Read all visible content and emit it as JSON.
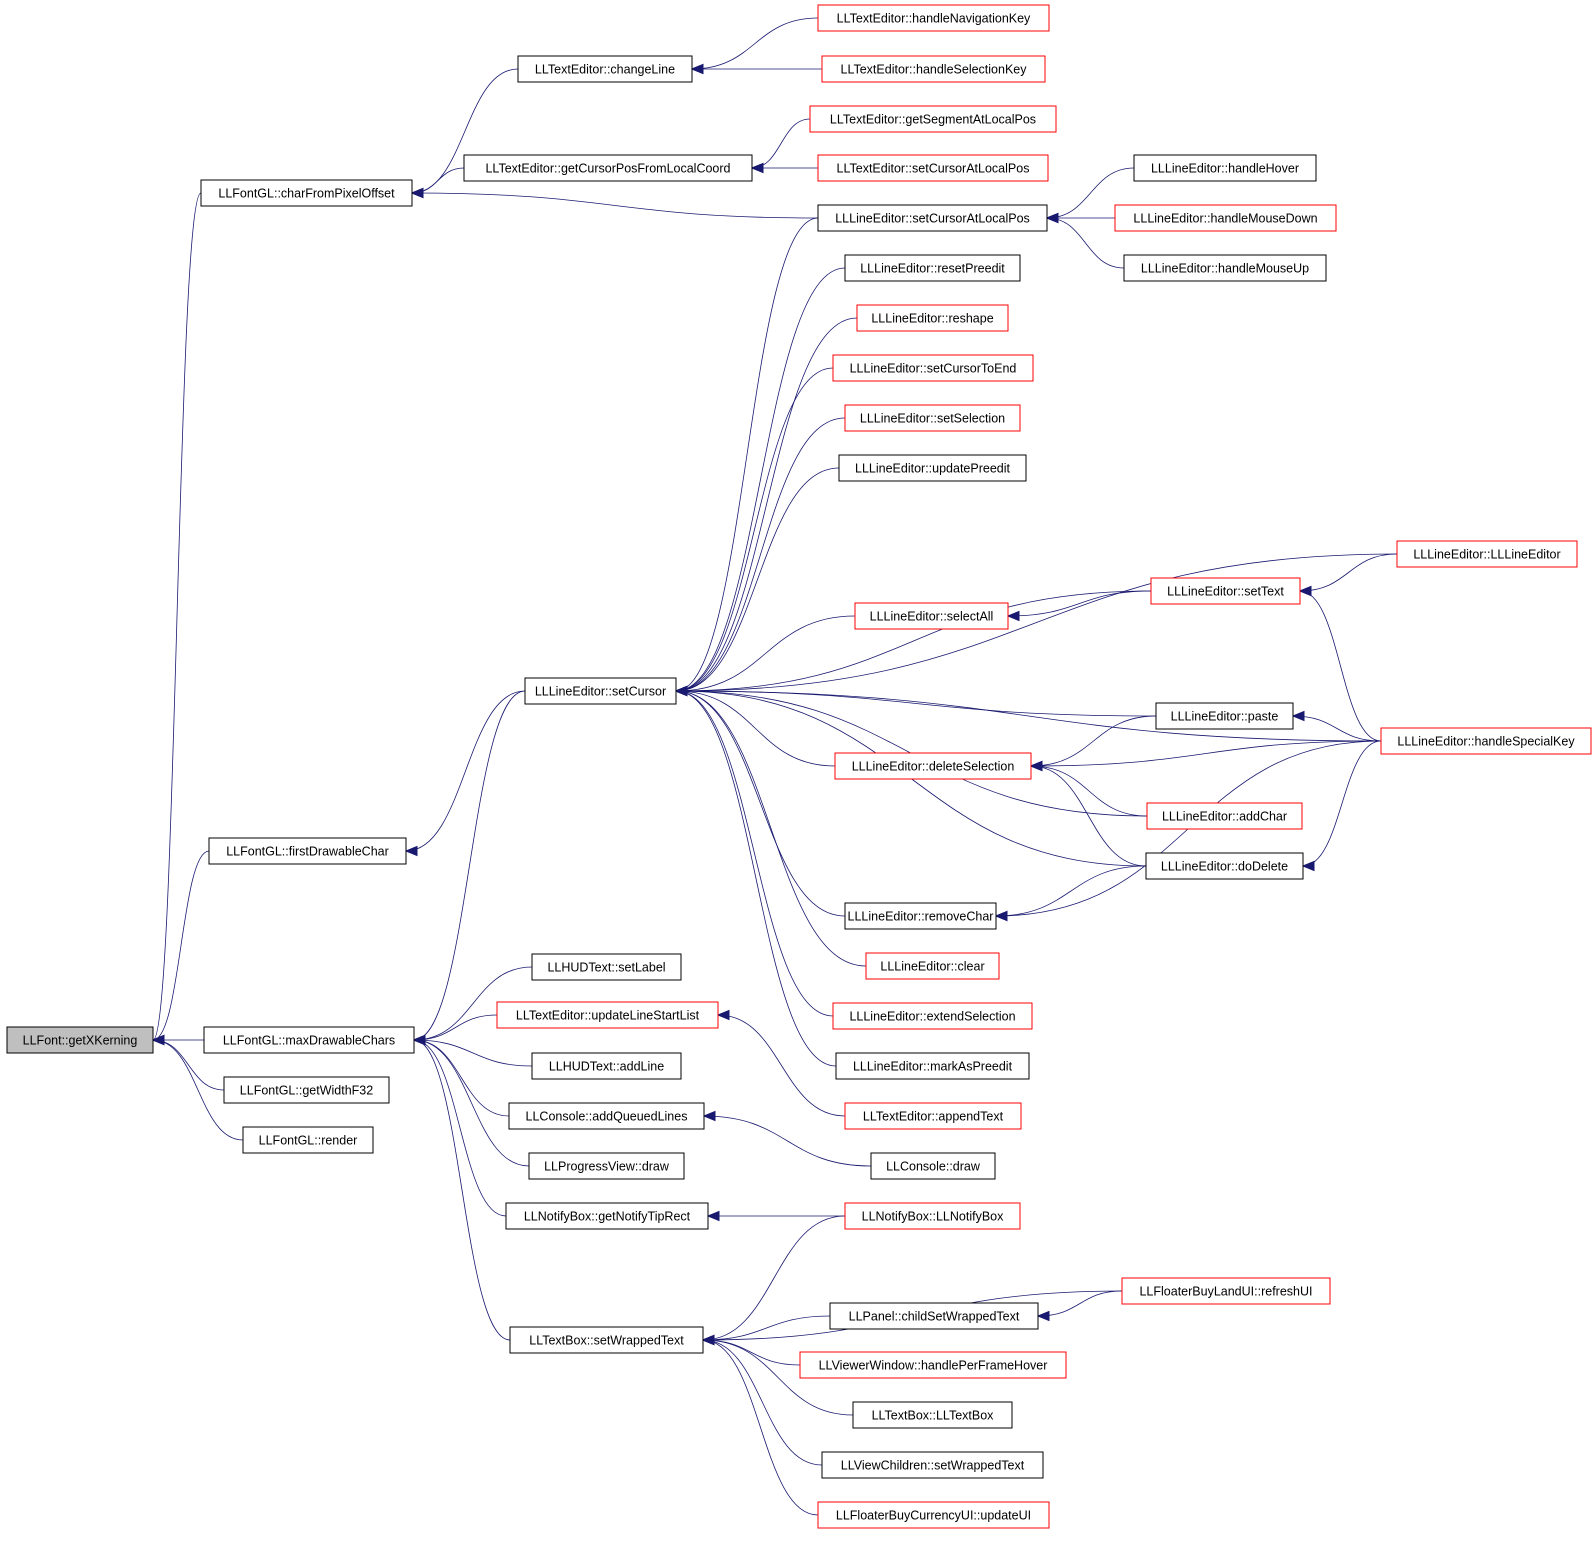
{
  "nodes": [
    {
      "id": "getXKerning",
      "label": "LLFont::getXKerning",
      "style": "root"
    },
    {
      "id": "charFromPixelOffset",
      "label": "LLFontGL::charFromPixelOffset",
      "style": "black"
    },
    {
      "id": "firstDrawableChar",
      "label": "LLFontGL::firstDrawableChar",
      "style": "black"
    },
    {
      "id": "maxDrawableChars",
      "label": "LLFontGL::maxDrawableChars",
      "style": "black"
    },
    {
      "id": "getWidthF32",
      "label": "LLFontGL::getWidthF32",
      "style": "black"
    },
    {
      "id": "render",
      "label": "LLFontGL::render",
      "style": "black"
    },
    {
      "id": "changeLine",
      "label": "LLTextEditor::changeLine",
      "style": "black"
    },
    {
      "id": "getCursorPosFromLocalCoord",
      "label": "LLTextEditor::getCursorPosFromLocalCoord",
      "style": "black"
    },
    {
      "id": "handleNavigationKey",
      "label": "LLTextEditor::handleNavigationKey",
      "style": "red"
    },
    {
      "id": "handleSelectionKey",
      "label": "LLTextEditor::handleSelectionKey",
      "style": "red"
    },
    {
      "id": "getSegmentAtLocalPos",
      "label": "LLTextEditor::getSegmentAtLocalPos",
      "style": "red"
    },
    {
      "id": "teSetCursorAtLocalPos",
      "label": "LLTextEditor::setCursorAtLocalPos",
      "style": "red"
    },
    {
      "id": "leSetCursorAtLocalPos",
      "label": "LLLineEditor::setCursorAtLocalPos",
      "style": "black"
    },
    {
      "id": "handleHover",
      "label": "LLLineEditor::handleHover",
      "style": "black"
    },
    {
      "id": "handleMouseDown",
      "label": "LLLineEditor::handleMouseDown",
      "style": "red"
    },
    {
      "id": "handleMouseUp",
      "label": "LLLineEditor::handleMouseUp",
      "style": "black"
    },
    {
      "id": "resetPreedit",
      "label": "LLLineEditor::resetPreedit",
      "style": "black"
    },
    {
      "id": "reshape",
      "label": "LLLineEditor::reshape",
      "style": "red"
    },
    {
      "id": "setCursorToEnd",
      "label": "LLLineEditor::setCursorToEnd",
      "style": "red"
    },
    {
      "id": "setSelection",
      "label": "LLLineEditor::setSelection",
      "style": "red"
    },
    {
      "id": "updatePreedit",
      "label": "LLLineEditor::updatePreedit",
      "style": "black"
    },
    {
      "id": "llLineEditor",
      "label": "LLLineEditor::LLLineEditor",
      "style": "red"
    },
    {
      "id": "setText",
      "label": "LLLineEditor::setText",
      "style": "red"
    },
    {
      "id": "selectAll",
      "label": "LLLineEditor::selectAll",
      "style": "red"
    },
    {
      "id": "setCursor",
      "label": "LLLineEditor::setCursor",
      "style": "black"
    },
    {
      "id": "paste",
      "label": "LLLineEditor::paste",
      "style": "black"
    },
    {
      "id": "handleSpecialKey",
      "label": "LLLineEditor::handleSpecialKey",
      "style": "red"
    },
    {
      "id": "deleteSelection",
      "label": "LLLineEditor::deleteSelection",
      "style": "red"
    },
    {
      "id": "addChar",
      "label": "LLLineEditor::addChar",
      "style": "red"
    },
    {
      "id": "doDelete",
      "label": "LLLineEditor::doDelete",
      "style": "black"
    },
    {
      "id": "removeChar",
      "label": "LLLineEditor::removeChar",
      "style": "black"
    },
    {
      "id": "clear",
      "label": "LLLineEditor::clear",
      "style": "red"
    },
    {
      "id": "extendSelection",
      "label": "LLLineEditor::extendSelection",
      "style": "red"
    },
    {
      "id": "markAsPreedit",
      "label": "LLLineEditor::markAsPreedit",
      "style": "black"
    },
    {
      "id": "setLabel",
      "label": "LLHUDText::setLabel",
      "style": "black"
    },
    {
      "id": "updateLineStartList",
      "label": "LLTextEditor::updateLineStartList",
      "style": "red"
    },
    {
      "id": "addLine",
      "label": "LLHUDText::addLine",
      "style": "black"
    },
    {
      "id": "appendText",
      "label": "LLTextEditor::appendText",
      "style": "red"
    },
    {
      "id": "addQueuedLines",
      "label": "LLConsole::addQueuedLines",
      "style": "black"
    },
    {
      "id": "consoleDraw",
      "label": "LLConsole::draw",
      "style": "black"
    },
    {
      "id": "progressDraw",
      "label": "LLProgressView::draw",
      "style": "black"
    },
    {
      "id": "getNotifyTipRect",
      "label": "LLNotifyBox::getNotifyTipRect",
      "style": "black"
    },
    {
      "id": "llNotifyBox",
      "label": "LLNotifyBox::LLNotifyBox",
      "style": "red"
    },
    {
      "id": "refreshUI",
      "label": "LLFloaterBuyLandUI::refreshUI",
      "style": "red"
    },
    {
      "id": "childSetWrappedText",
      "label": "LLPanel::childSetWrappedText",
      "style": "black"
    },
    {
      "id": "setWrappedText",
      "label": "LLTextBox::setWrappedText",
      "style": "black"
    },
    {
      "id": "handlePerFrameHover",
      "label": "LLViewerWindow::handlePerFrameHover",
      "style": "red"
    },
    {
      "id": "llTextBox",
      "label": "LLTextBox::LLTextBox",
      "style": "black"
    },
    {
      "id": "vcSetWrappedText",
      "label": "LLViewChildren::setWrappedText",
      "style": "black"
    },
    {
      "id": "updateUI",
      "label": "LLFloaterBuyCurrencyUI::updateUI",
      "style": "red"
    }
  ],
  "edges": [
    {
      "from": "charFromPixelOffset",
      "to": "getXKerning"
    },
    {
      "from": "firstDrawableChar",
      "to": "getXKerning"
    },
    {
      "from": "maxDrawableChars",
      "to": "getXKerning"
    },
    {
      "from": "getWidthF32",
      "to": "getXKerning"
    },
    {
      "from": "render",
      "to": "getXKerning"
    },
    {
      "from": "changeLine",
      "to": "charFromPixelOffset"
    },
    {
      "from": "getCursorPosFromLocalCoord",
      "to": "charFromPixelOffset"
    },
    {
      "from": "leSetCursorAtLocalPos",
      "to": "charFromPixelOffset"
    },
    {
      "from": "handleNavigationKey",
      "to": "changeLine"
    },
    {
      "from": "handleSelectionKey",
      "to": "changeLine"
    },
    {
      "from": "getSegmentAtLocalPos",
      "to": "getCursorPosFromLocalCoord"
    },
    {
      "from": "teSetCursorAtLocalPos",
      "to": "getCursorPosFromLocalCoord"
    },
    {
      "from": "handleHover",
      "to": "leSetCursorAtLocalPos"
    },
    {
      "from": "handleMouseDown",
      "to": "leSetCursorAtLocalPos"
    },
    {
      "from": "handleMouseUp",
      "to": "leSetCursorAtLocalPos"
    },
    {
      "from": "setCursor",
      "to": "firstDrawableChar"
    },
    {
      "from": "setCursor",
      "to": "maxDrawableChars"
    },
    {
      "from": "leSetCursorAtLocalPos",
      "to": "setCursor"
    },
    {
      "from": "resetPreedit",
      "to": "setCursor"
    },
    {
      "from": "reshape",
      "to": "setCursor"
    },
    {
      "from": "setCursorToEnd",
      "to": "setCursor"
    },
    {
      "from": "setSelection",
      "to": "setCursor"
    },
    {
      "from": "updatePreedit",
      "to": "setCursor"
    },
    {
      "from": "llLineEditor",
      "to": "setCursor"
    },
    {
      "from": "setText",
      "to": "setCursor"
    },
    {
      "from": "selectAll",
      "to": "setCursor"
    },
    {
      "from": "handleSpecialKey",
      "to": "setCursor"
    },
    {
      "from": "paste",
      "to": "setCursor"
    },
    {
      "from": "deleteSelection",
      "to": "setCursor"
    },
    {
      "from": "addChar",
      "to": "setCursor"
    },
    {
      "from": "doDelete",
      "to": "setCursor"
    },
    {
      "from": "removeChar",
      "to": "setCursor"
    },
    {
      "from": "clear",
      "to": "setCursor"
    },
    {
      "from": "extendSelection",
      "to": "setCursor"
    },
    {
      "from": "markAsPreedit",
      "to": "setCursor"
    },
    {
      "from": "llLineEditor",
      "to": "setText"
    },
    {
      "from": "setText",
      "to": "selectAll"
    },
    {
      "from": "handleSpecialKey",
      "to": "setText"
    },
    {
      "from": "handleSpecialKey",
      "to": "paste"
    },
    {
      "from": "paste",
      "to": "deleteSelection"
    },
    {
      "from": "handleSpecialKey",
      "to": "deleteSelection"
    },
    {
      "from": "addChar",
      "to": "deleteSelection"
    },
    {
      "from": "doDelete",
      "to": "deleteSelection"
    },
    {
      "from": "handleSpecialKey",
      "to": "doDelete"
    },
    {
      "from": "doDelete",
      "to": "removeChar"
    },
    {
      "from": "handleSpecialKey",
      "to": "removeChar"
    },
    {
      "from": "setLabel",
      "to": "maxDrawableChars"
    },
    {
      "from": "updateLineStartList",
      "to": "maxDrawableChars"
    },
    {
      "from": "addLine",
      "to": "maxDrawableChars"
    },
    {
      "from": "addQueuedLines",
      "to": "maxDrawableChars"
    },
    {
      "from": "progressDraw",
      "to": "maxDrawableChars"
    },
    {
      "from": "getNotifyTipRect",
      "to": "maxDrawableChars"
    },
    {
      "from": "setWrappedText",
      "to": "maxDrawableChars"
    },
    {
      "from": "appendText",
      "to": "updateLineStartList"
    },
    {
      "from": "consoleDraw",
      "to": "addQueuedLines"
    },
    {
      "from": "llNotifyBox",
      "to": "getNotifyTipRect"
    },
    {
      "from": "llNotifyBox",
      "to": "setWrappedText"
    },
    {
      "from": "refreshUI",
      "to": "setWrappedText"
    },
    {
      "from": "refreshUI",
      "to": "childSetWrappedText"
    },
    {
      "from": "childSetWrappedText",
      "to": "setWrappedText"
    },
    {
      "from": "handlePerFrameHover",
      "to": "setWrappedText"
    },
    {
      "from": "llTextBox",
      "to": "setWrappedText"
    },
    {
      "from": "vcSetWrappedText",
      "to": "setWrappedText"
    },
    {
      "from": "updateUI",
      "to": "setWrappedText"
    }
  ]
}
